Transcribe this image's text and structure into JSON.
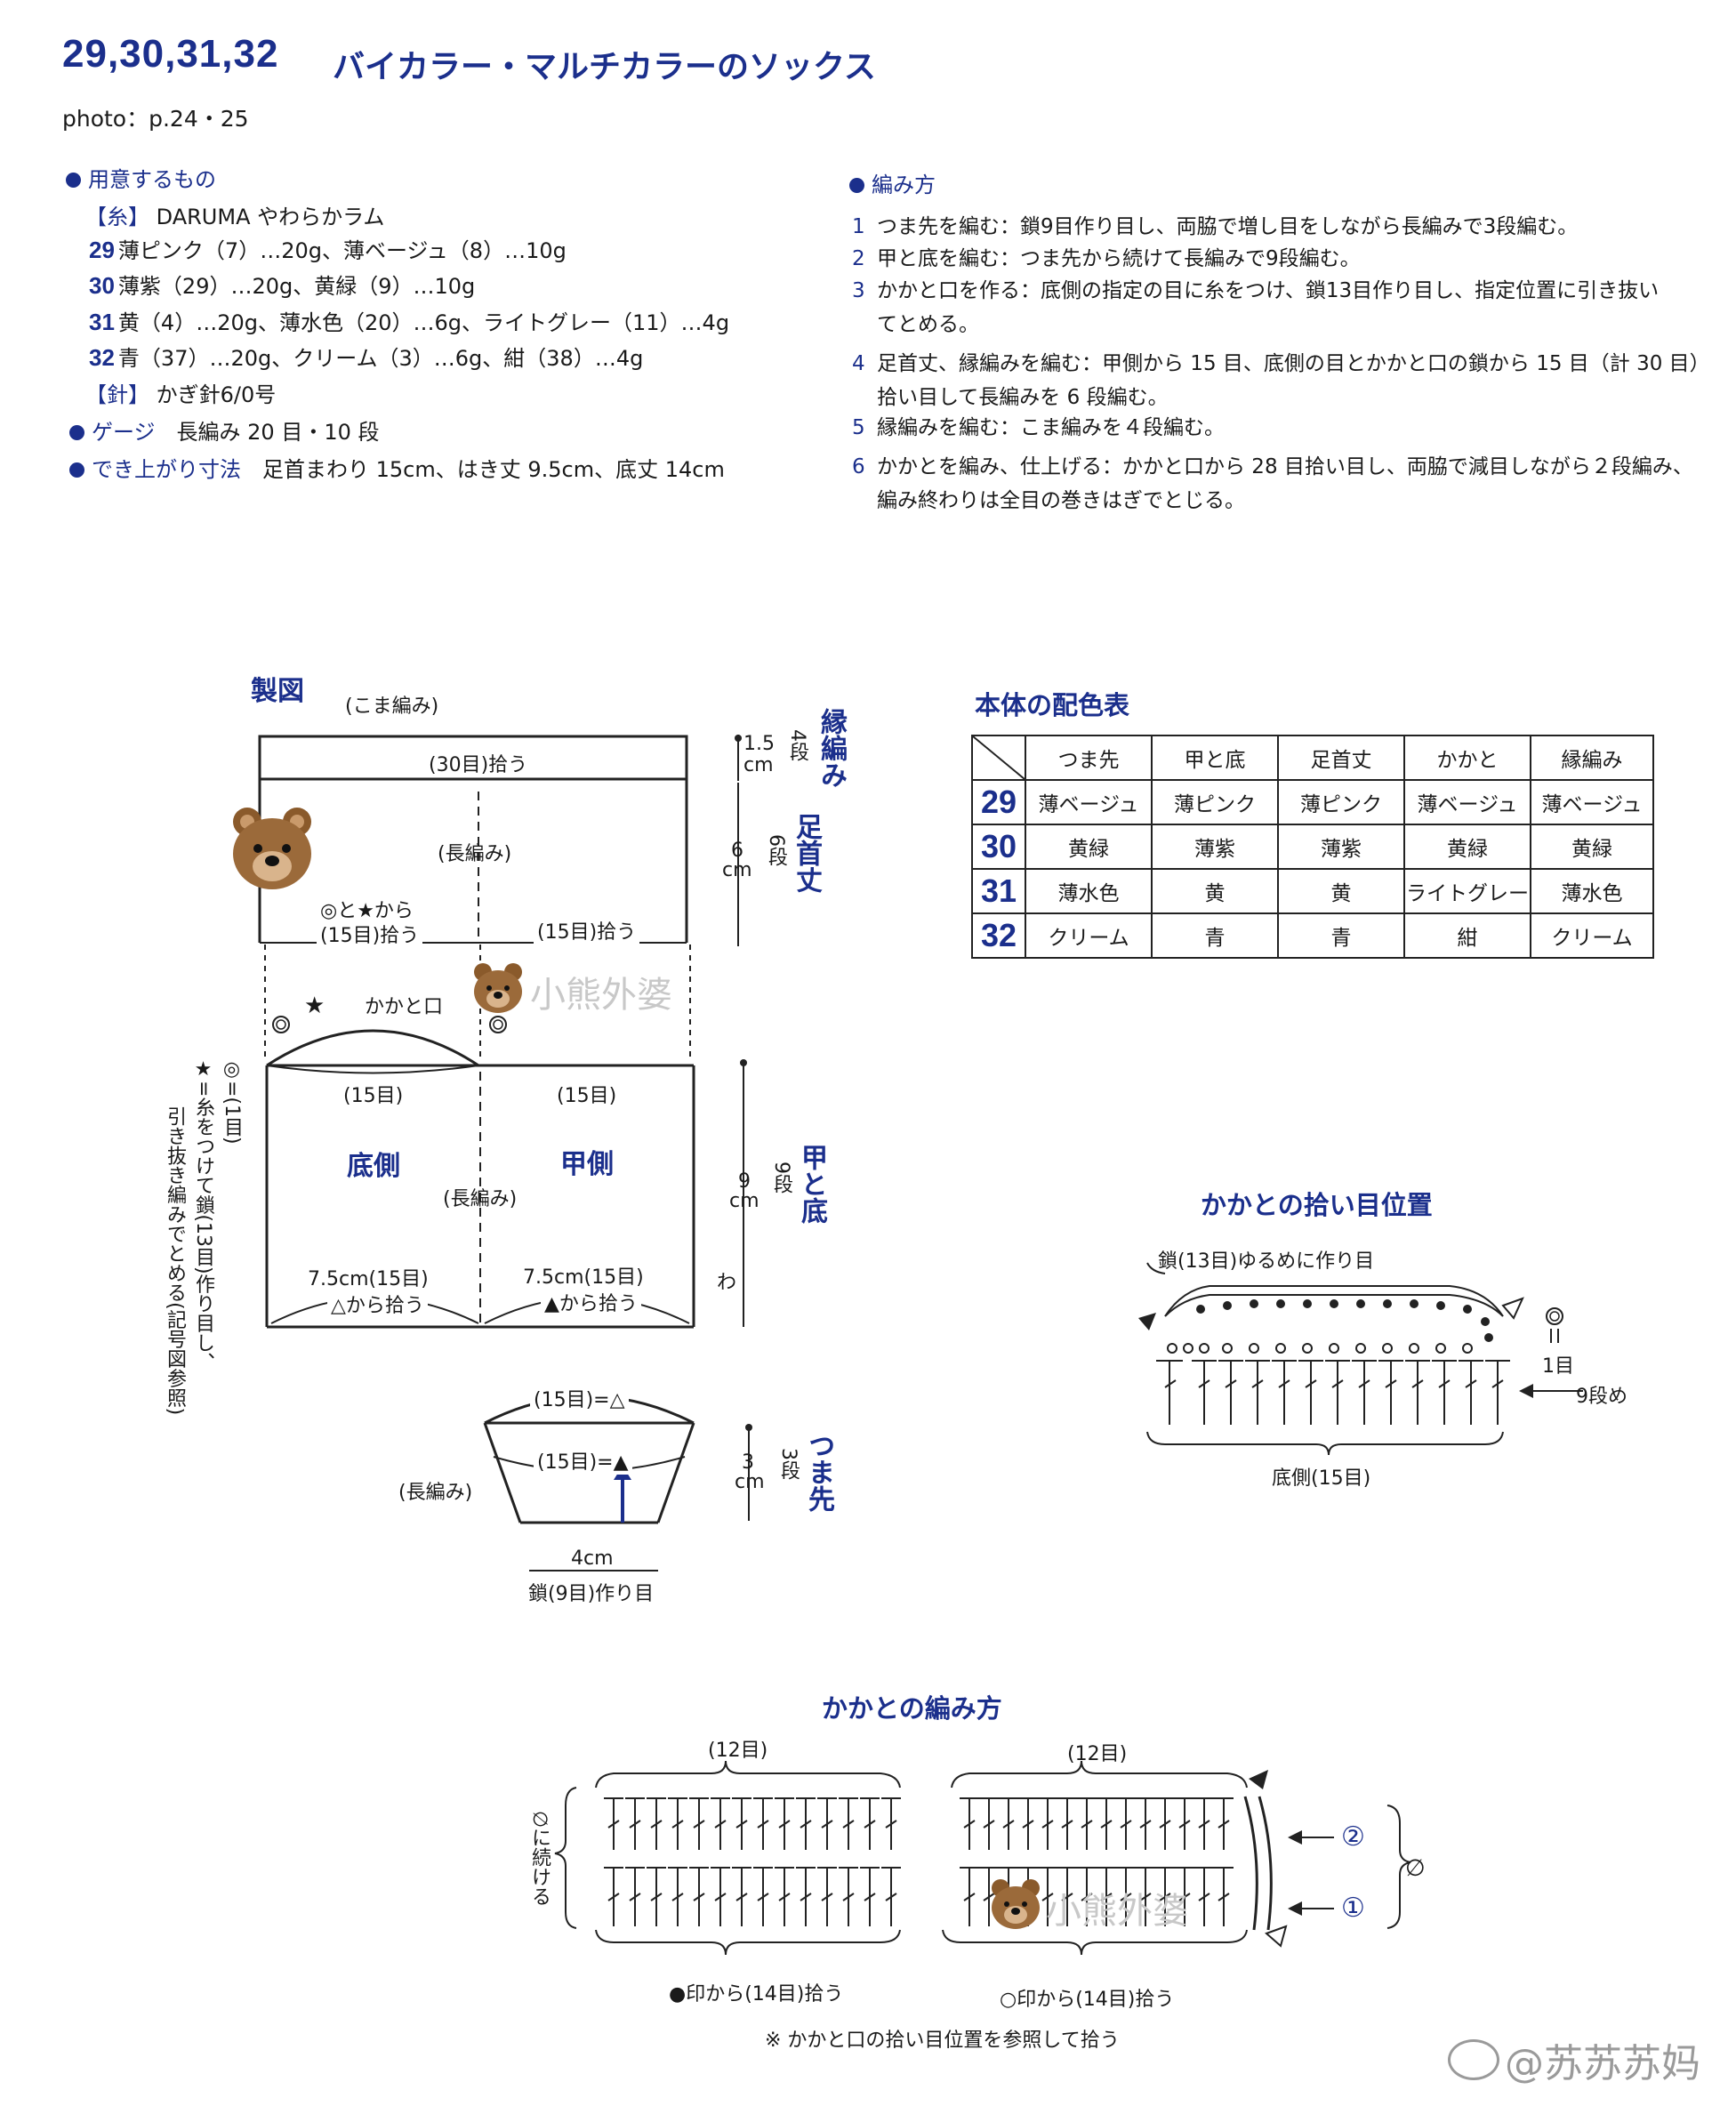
{
  "header": {
    "numbers": "29,30,31,32",
    "title": "バイカラー・マルチカラーのソックス",
    "photo": "photo：p.24・25"
  },
  "materials": {
    "heading": "用意するもの",
    "yarn_label": "【糸】",
    "yarn": "DARUMA やわらかラム",
    "items": [
      {
        "num": "29",
        "text": "薄ピンク（7）…20g、薄ベージュ（8）…10g"
      },
      {
        "num": "30",
        "text": "薄紫（29）…20g、黄緑（9）…10g"
      },
      {
        "num": "31",
        "text": "黄（4）…20g、薄水色（20）…6g、ライトグレー（11）…4g"
      },
      {
        "num": "32",
        "text": "青（37）…20g、クリーム（3）…6g、紺（38）…4g"
      }
    ],
    "needle_label": "【針】",
    "needle": "かぎ針6/0号",
    "gauge_label": "ゲージ",
    "gauge": "長編み 20 目・10 段",
    "size_label": "でき上がり寸法",
    "size": "足首まわり 15cm、はき丈 9.5cm、底丈 14cm"
  },
  "method": {
    "heading": "編み方",
    "steps": [
      {
        "n": "1",
        "lines": [
          "つま先を編む：鎖9目作り目し、両脇で増し目をしながら長編みで3段編む。"
        ]
      },
      {
        "n": "2",
        "lines": [
          "甲と底を編む：つま先から続けて長編みで9段編む。"
        ]
      },
      {
        "n": "3",
        "lines": [
          "かかと口を作る：底側の指定の目に糸をつけ、鎖13目作り目し、指定位置に引き抜い",
          "てとめる。"
        ]
      },
      {
        "n": "4",
        "lines": [
          "足首丈、縁編みを編む：甲側から 15 目、底側の目とかかと口の鎖から 15 目（計 30 目）",
          "拾い目して長編みを 6 段編む。"
        ]
      },
      {
        "n": "5",
        "lines": [
          "縁編みを編む：こま編みを４段編む。"
        ]
      },
      {
        "n": "6",
        "lines": [
          "かかとを編み、仕上げる：かかと口から 28 目拾い目し、両脇で減目しながら２段編み、",
          "編み終わりは全目の巻きはぎでとじる。"
        ]
      }
    ]
  },
  "diagram": {
    "title": "製図",
    "koma": "(こま編み)",
    "pick30": "(30目)拾う",
    "naga": "(長編み)",
    "from_marks": "◎と★から",
    "pick15a": "(15目)拾う",
    "pick15b": "(15目)拾う",
    "dim1": "1.5",
    "dim1_rows": "4段",
    "dim_cm": "cm",
    "edge_label": "縁編み",
    "dim2": "6",
    "dim2_rows": "6段",
    "ankle_label": "足首丈",
    "heel_opening": "かかと口",
    "star": "★",
    "ring": "◎",
    "s15a": "(15目)",
    "s15b": "(15目)",
    "sole": "底側",
    "instep": "甲側",
    "naga2": "(長編み)",
    "dim3": "9",
    "dim3_rows": "9段",
    "body_label": "甲と底",
    "w1": "7.5cm(15目)",
    "w1b": "△から拾う",
    "w2": "7.5cm(15目)",
    "w2b": "▲から拾う",
    "wa": "わ",
    "side_note_1": "◎=(1目)",
    "side_note_2": "★=糸をつけて鎖(13目)作り目し、",
    "side_note_3": "引き抜き編みでとめる(記号図参照)",
    "toe_top": "(15目)=△",
    "toe_mid": "(15目)=▲",
    "naga3": "(長編み)",
    "dim4": "3",
    "dim4_rows": "3段",
    "toe_label": "つま先",
    "toe_w": "4cm",
    "toe_chain": "鎖(9目)作り目"
  },
  "color_table": {
    "title": "本体の配色表",
    "headers": [
      "つま先",
      "甲と底",
      "足首丈",
      "かかと",
      "縁編み"
    ],
    "rows": [
      {
        "num": "29",
        "cells": [
          "薄ベージュ",
          "薄ピンク",
          "薄ピンク",
          "薄ベージュ",
          "薄ベージュ"
        ]
      },
      {
        "num": "30",
        "cells": [
          "黄緑",
          "薄紫",
          "薄紫",
          "黄緑",
          "黄緑"
        ]
      },
      {
        "num": "31",
        "cells": [
          "薄水色",
          "黄",
          "黄",
          "ライトグレー",
          "薄水色"
        ]
      },
      {
        "num": "32",
        "cells": [
          "クリーム",
          "青",
          "青",
          "紺",
          "クリーム"
        ]
      }
    ]
  },
  "heel_pos": {
    "title": "かかとの拾い目位置",
    "chain": "鎖(13目)ゆるめに作り目",
    "one": "1目",
    "rows9": "9段め",
    "sole": "底側(15目)"
  },
  "heel_method": {
    "title": "かかとの編み方",
    "left12": "(12目)",
    "right12": "(12目)",
    "cont": "∅に続ける",
    "r2": "②",
    "r1": "①",
    "pickA": "●印から(14目)拾う",
    "pickB": "○印から(14目)拾う",
    "note": "※ かかと口の拾い目位置を参照して拾う",
    "phi": "∅"
  },
  "watermark": "小熊外婆",
  "weibo": "@苏苏苏妈"
}
